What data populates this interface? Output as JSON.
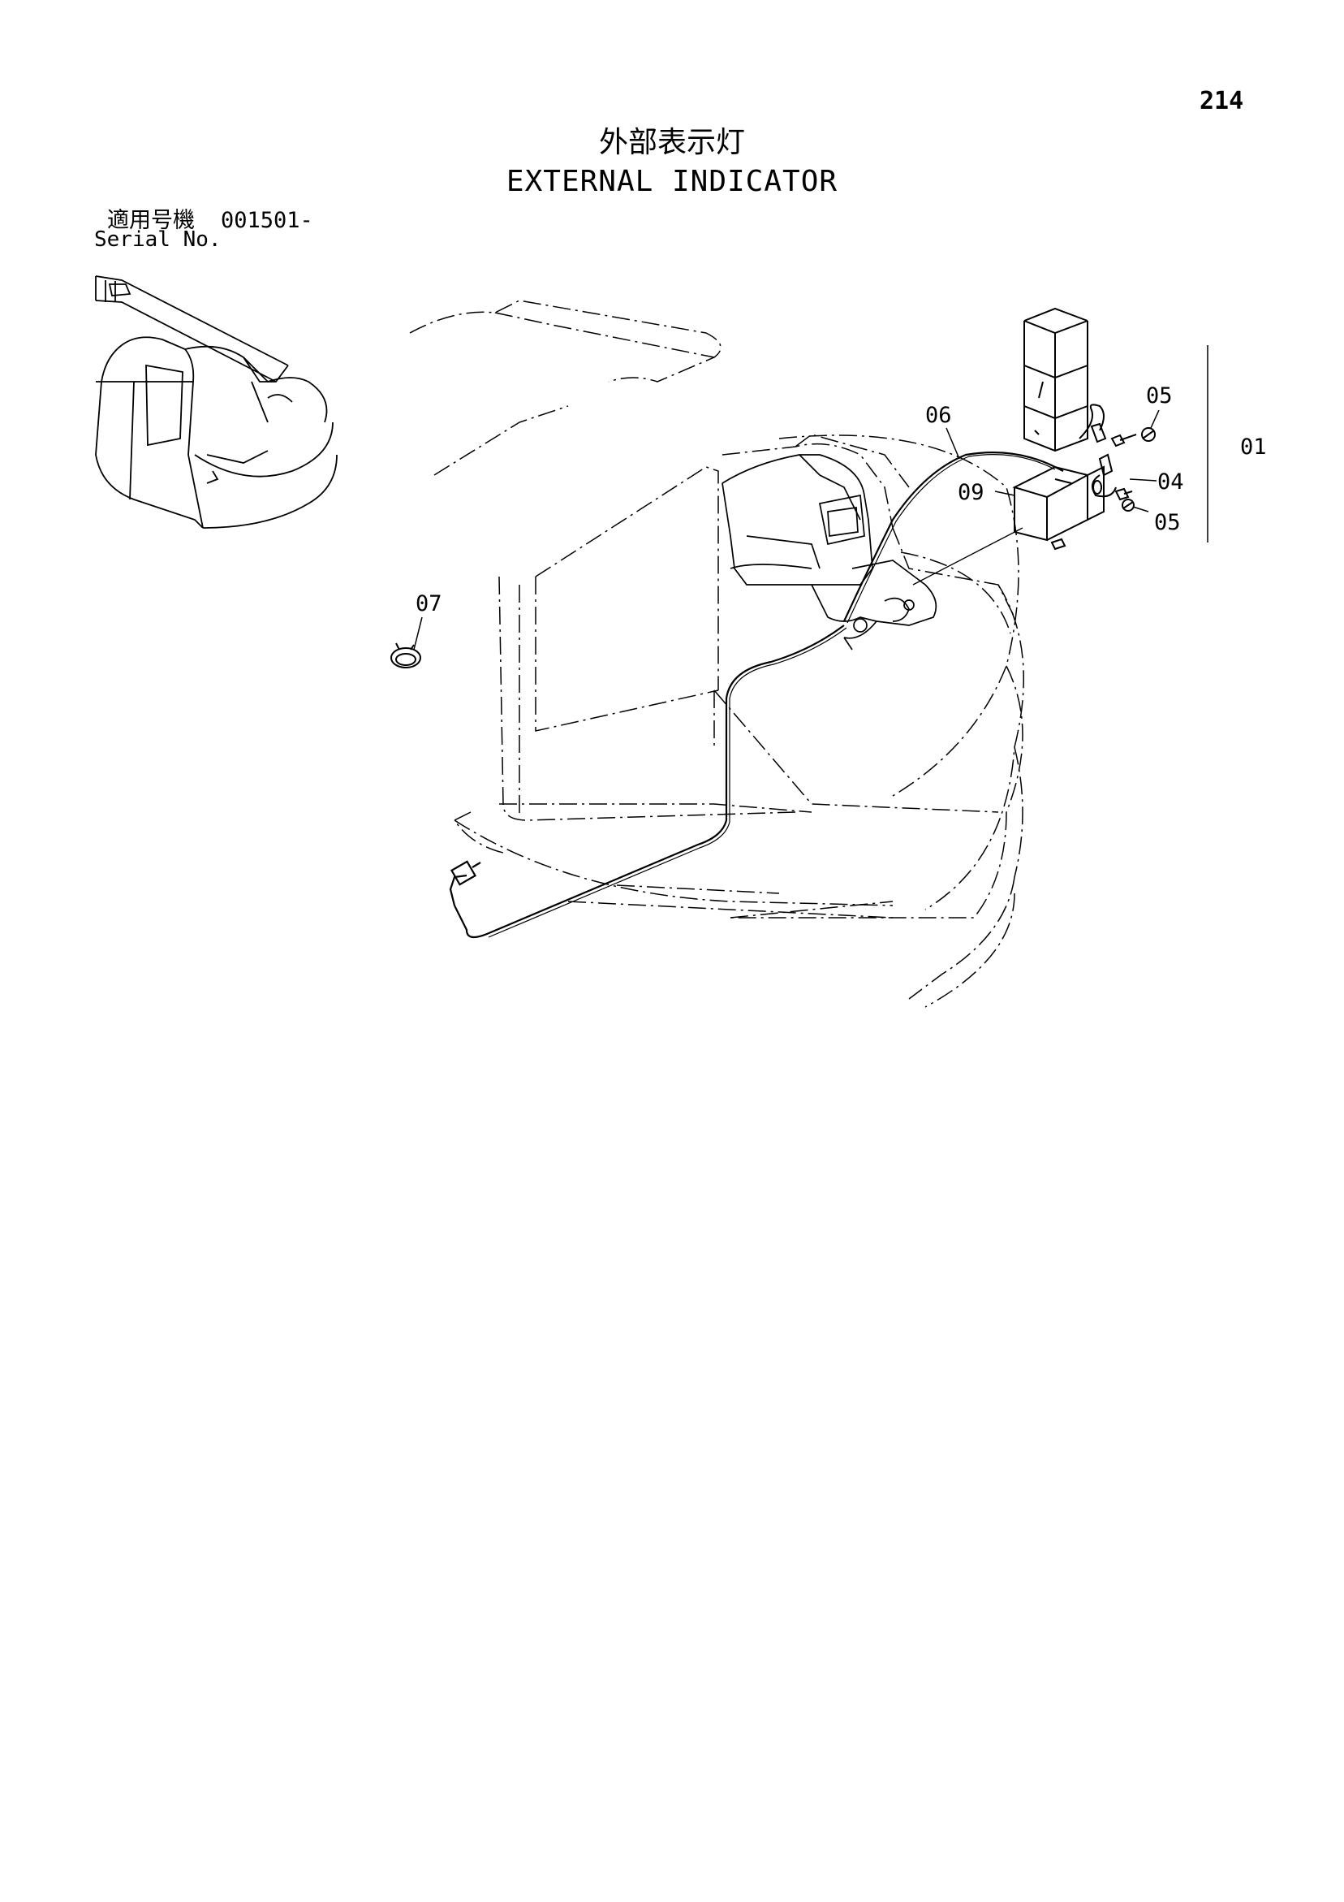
{
  "page_number": "214",
  "title_jp": "外部表示灯",
  "title_en": "EXTERNAL INDICATOR",
  "serial": {
    "label_jp": "適用号機",
    "range": "001501-",
    "label_en": "Serial No."
  },
  "callouts": {
    "c01": "01",
    "c04": "04",
    "c05a": "05",
    "c05b": "05",
    "c06": "06",
    "c07": "07",
    "c09": "09"
  }
}
